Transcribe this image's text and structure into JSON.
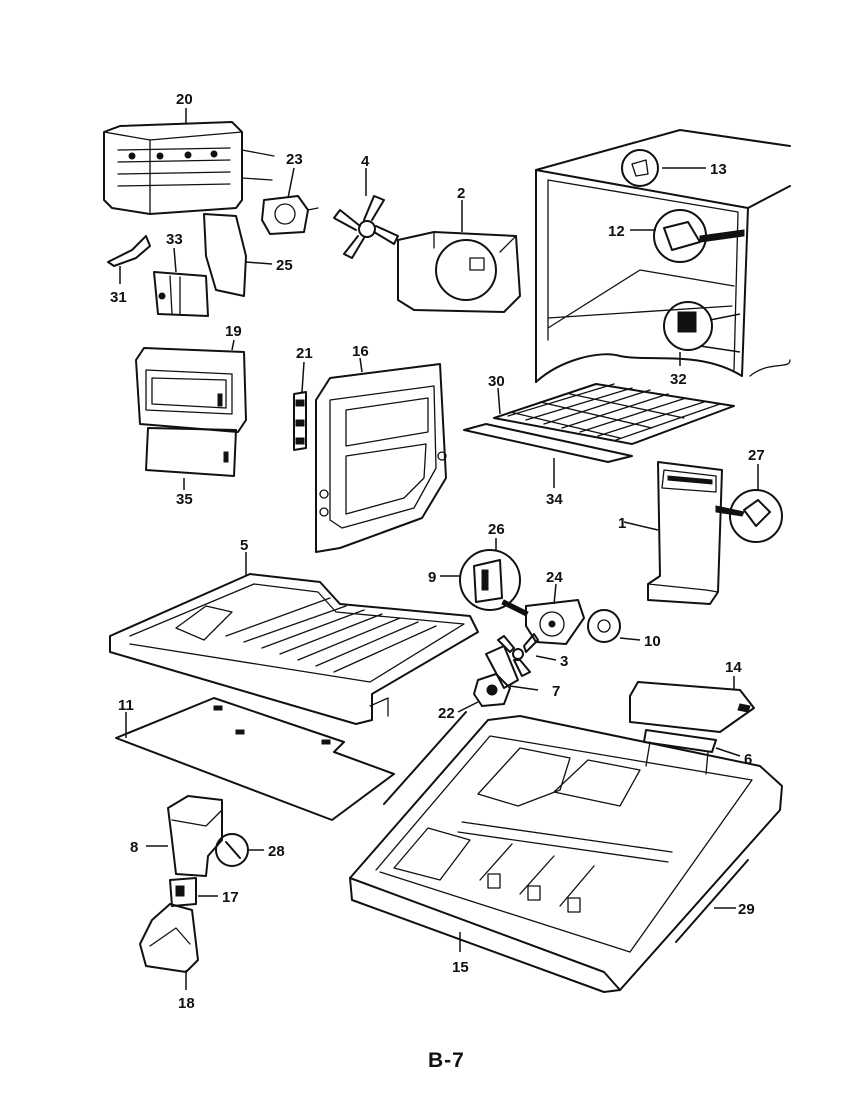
{
  "page_number": "B-7",
  "callouts": [
    "1",
    "2",
    "3",
    "4",
    "5",
    "6",
    "7",
    "8",
    "9",
    "10",
    "11",
    "12",
    "13",
    "14",
    "15",
    "16",
    "17",
    "18",
    "19",
    "20",
    "21",
    "22",
    "23",
    "24",
    "25",
    "26",
    "27",
    "28",
    "29",
    "30",
    "31",
    "32",
    "33",
    "34",
    "35"
  ]
}
